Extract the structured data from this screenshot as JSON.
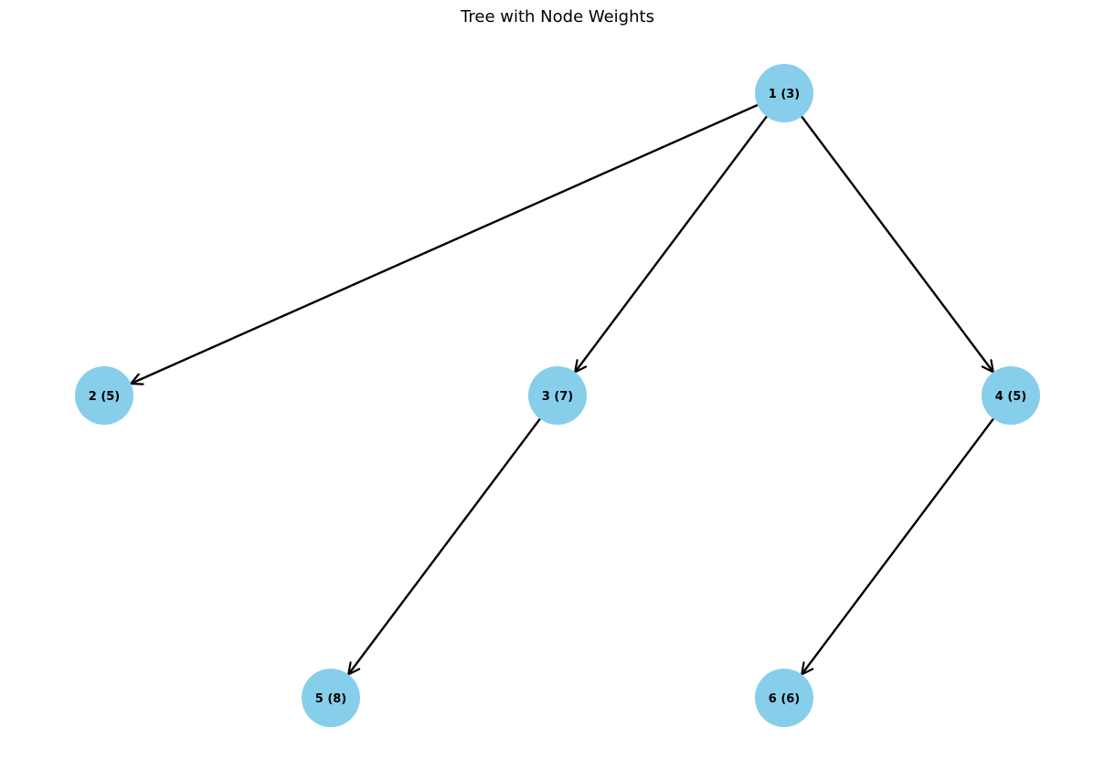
{
  "title": "Tree with Node Weights",
  "colors": {
    "node_fill": "#87ceeb",
    "edge": "#000000",
    "label": "#000000"
  },
  "nodes": [
    {
      "id": "1",
      "weight": 3,
      "label": "1 (3)"
    },
    {
      "id": "2",
      "weight": 5,
      "label": "2 (5)"
    },
    {
      "id": "3",
      "weight": 7,
      "label": "3 (7)"
    },
    {
      "id": "4",
      "weight": 5,
      "label": "4 (5)"
    },
    {
      "id": "5",
      "weight": 8,
      "label": "5 (8)"
    },
    {
      "id": "6",
      "weight": 6,
      "label": "6 (6)"
    }
  ],
  "edges": [
    {
      "from": "1",
      "to": "2"
    },
    {
      "from": "1",
      "to": "3"
    },
    {
      "from": "1",
      "to": "4"
    },
    {
      "from": "3",
      "to": "5"
    },
    {
      "from": "4",
      "to": "6"
    }
  ]
}
